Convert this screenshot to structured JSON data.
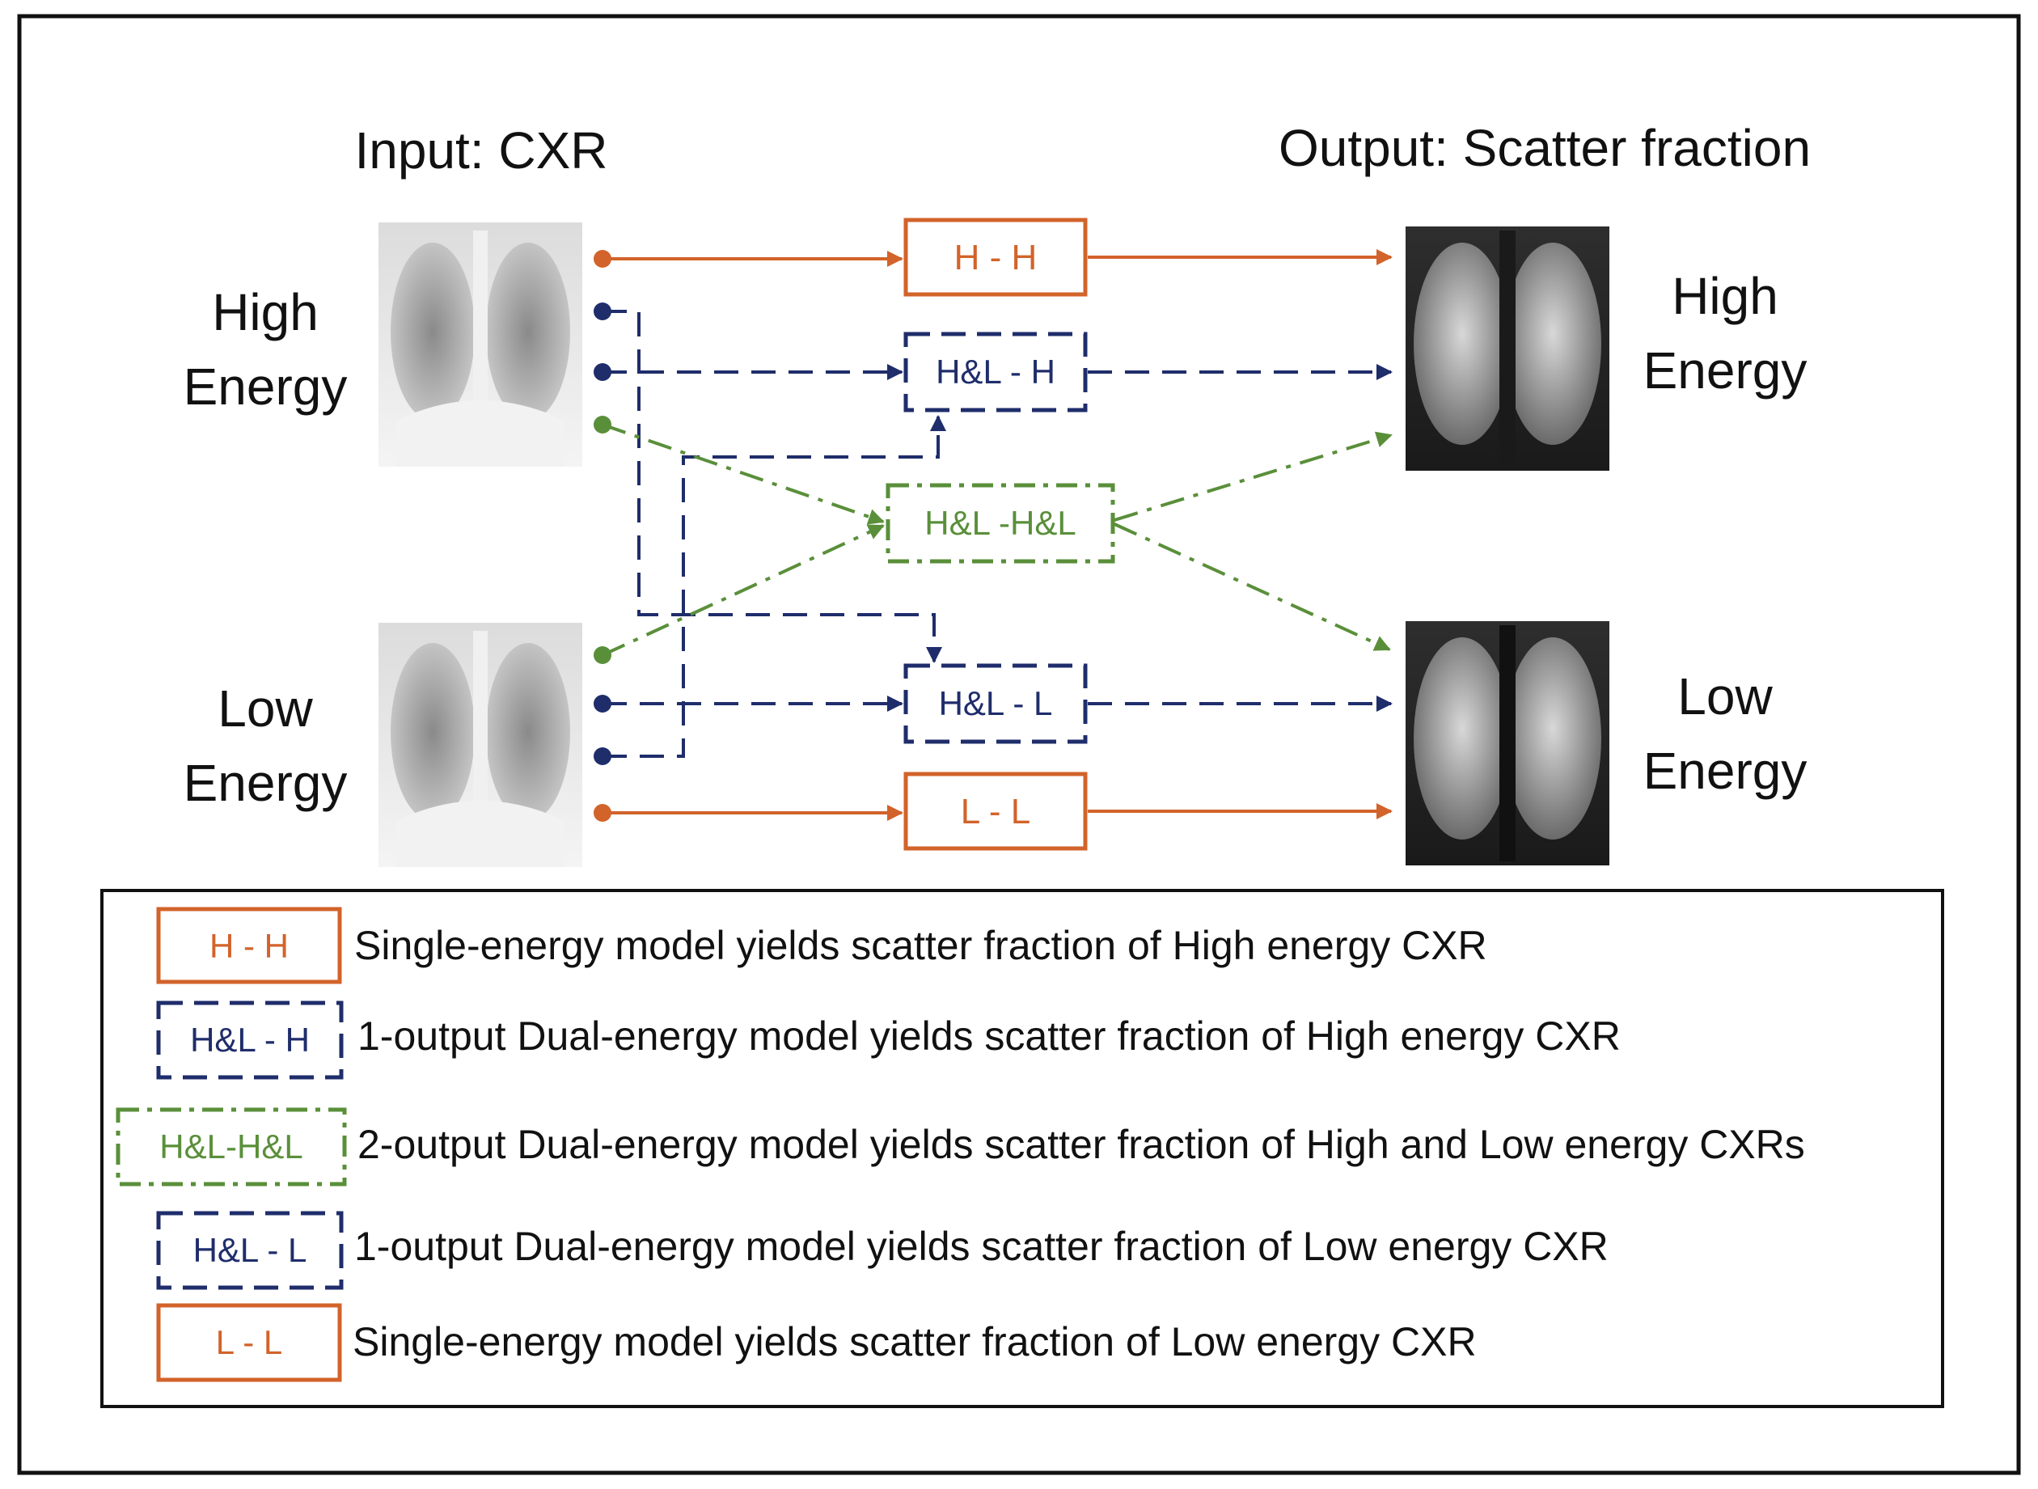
{
  "headers": {
    "input": "Input: CXR",
    "output": "Output: Scatter fraction"
  },
  "row_labels": {
    "input_high": [
      "High",
      "Energy"
    ],
    "input_low": [
      "Low",
      "Energy"
    ],
    "output_high": [
      "High",
      "Energy"
    ],
    "output_low": [
      "Low",
      "Energy"
    ]
  },
  "models": {
    "hh": "H - H",
    "hlh": "H&L - H",
    "hlhl": "H&L -H&L",
    "hll": "H&L - L",
    "ll": "L - L"
  },
  "legend": [
    {
      "box": "H - H",
      "style": "solid-orange",
      "text": "Single-energy model yields scatter fraction of High energy CXR"
    },
    {
      "box": "H&L - H",
      "style": "dashed-navy",
      "text": "1-output Dual-energy model yields scatter fraction of High energy CXR"
    },
    {
      "box": "H&L-H&L",
      "style": "dashdot-green",
      "text": "2-output Dual-energy model yields scatter fraction of High and Low energy CXRs"
    },
    {
      "box": "H&L - L",
      "style": "dashed-navy",
      "text": "1-output Dual-energy model yields scatter fraction of Low energy CXR"
    },
    {
      "box": "L - L",
      "style": "solid-orange",
      "text": "Single-energy model yields scatter fraction of Low energy CXR"
    }
  ],
  "colors": {
    "orange": "#d2632a",
    "navy": "#1f2d6b",
    "green": "#5a8f3a"
  },
  "images": {
    "input_high": "chest x-ray, high energy",
    "input_low": "chest x-ray, low energy",
    "output_high": "scatter fraction map, high energy",
    "output_low": "scatter fraction map, low energy"
  }
}
